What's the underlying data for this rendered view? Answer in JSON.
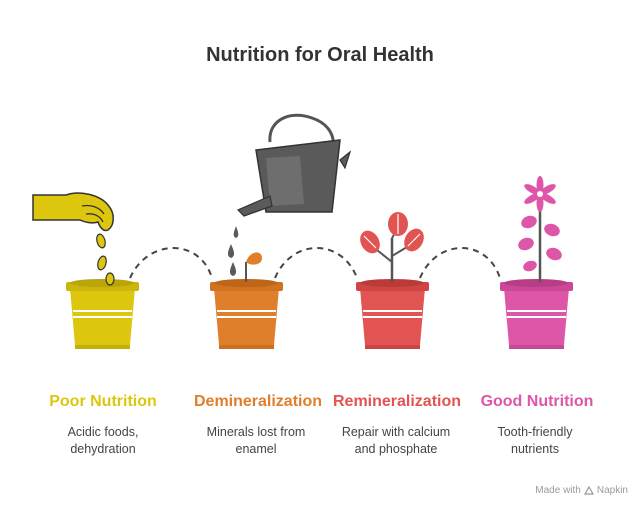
{
  "title": "Nutrition for Oral Health",
  "stages": [
    {
      "title": "Poor Nutrition",
      "desc": [
        "Acidic foods,",
        "dehydration"
      ],
      "color": "#dcc70e",
      "icon": "hand-dropping-seeds-icon"
    },
    {
      "title": "Demineralization",
      "desc": [
        "Minerals lost from",
        "enamel"
      ],
      "color": "#e07f2b",
      "icon": "watering-can-icon"
    },
    {
      "title": "Remineralization",
      "desc": [
        "Repair with calcium",
        "and phosphate"
      ],
      "color": "#e25452",
      "icon": "sprout-icon"
    },
    {
      "title": "Good Nutrition",
      "desc": [
        "Tooth-friendly",
        "nutrients"
      ],
      "color": "#de56a8",
      "icon": "flower-icon"
    }
  ],
  "watermark": {
    "prefix": "Made with",
    "brand": "Napkin"
  }
}
